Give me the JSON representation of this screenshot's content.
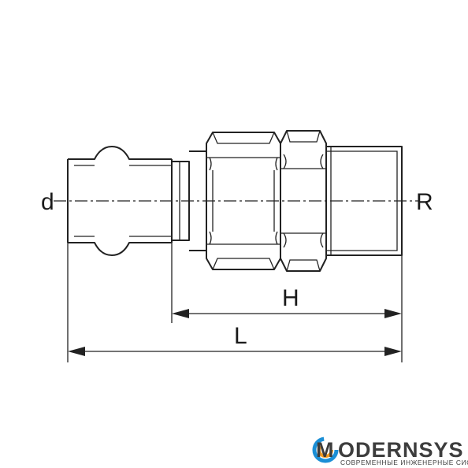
{
  "labels": {
    "d": "d",
    "R": "R",
    "H": "H",
    "L": "L"
  },
  "logo": {
    "brand_letter": "M",
    "brand_rest": "ODERNSYS",
    "tagline": "СОВРЕМЕННЫЕ ИНЖЕНЕРНЫЕ СИСТЕМЫ",
    "colors": {
      "ring_outer": "#1b8fd6",
      "ring_inner": "#f39a1e",
      "text": "#3d3d3d"
    }
  }
}
